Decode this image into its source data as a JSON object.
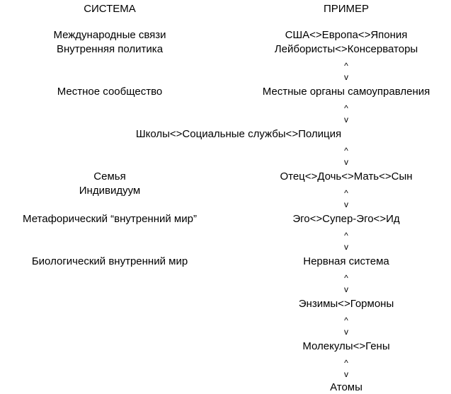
{
  "headers": {
    "system": "СИСТЕМА",
    "example": "ПРИМЕР"
  },
  "system_levels": [
    "Международные связи",
    "Внутренняя политика",
    "Местное сообщество",
    "Семья",
    "Индивидуум",
    "Метафорический “внутренний мир”",
    "Биологический внутренний мир"
  ],
  "examples": [
    "США<>Европа<>Япония",
    "Лейбористы<>Консерваторы",
    "Местные органы самоуправления",
    "Школы<>Социальные службы<>Полиция",
    "Отец<>Дочь<>Мать<>Сын",
    "Эго<>Супер-Эго<>Ид",
    "Нервная система",
    "Энзимы<>Гормоны",
    "Молекулы<>Гены",
    "Атомы"
  ],
  "arrows": {
    "up": "^",
    "down": "v"
  }
}
